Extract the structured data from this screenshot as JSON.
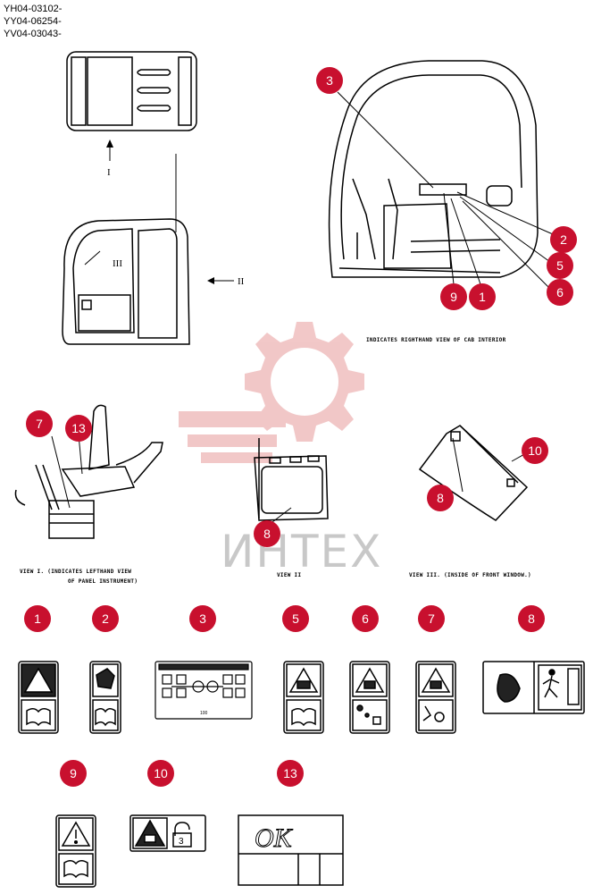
{
  "header": {
    "codes": [
      "YH04-03102-",
      "YY04-06254-",
      "YV04-03043-"
    ]
  },
  "watermark": {
    "text": "ИНТЕХ",
    "color": "#e8a0a0"
  },
  "arrows": {
    "view1": "I",
    "view2": "II",
    "view3": "III"
  },
  "captions": {
    "cab_interior": "INDICATES RIGHTHAND VIEW OF CAB INTERIOR",
    "view1_line1": "VIEW I.  (INDICATES LEFTHAND VIEW",
    "view1_line2": "OF PANEL INSTRUMENT)",
    "view2": "VIEW II",
    "view3": "VIEW III.  (INSIDE OF FRONT WINDOW.)"
  },
  "callouts": {
    "c3": "3",
    "c2": "2",
    "c5": "5",
    "c6": "6",
    "c9": "9",
    "c1": "1",
    "c7": "7",
    "c13": "13",
    "c8a": "8",
    "c10": "10",
    "c8b": "8"
  },
  "labels": [
    {
      "id": "1",
      "icon": "warning-book-icon"
    },
    {
      "id": "2",
      "icon": "machine-book-icon"
    },
    {
      "id": "3",
      "icon": "control-pattern-icon"
    },
    {
      "id": "5",
      "icon": "warning-book-icon"
    },
    {
      "id": "6",
      "icon": "warning-lever-icon"
    },
    {
      "id": "7",
      "icon": "warning-lock-icon"
    },
    {
      "id": "8",
      "icon": "emergency-exit-icon"
    },
    {
      "id": "9",
      "icon": "exclamation-book-icon"
    },
    {
      "id": "10",
      "icon": "warning-unlock-icon"
    },
    {
      "id": "13",
      "icon": "ok-plate-icon"
    }
  ],
  "ok_plate_text": "ОК",
  "label3_footer": "100",
  "accent_color": "#c8102e"
}
